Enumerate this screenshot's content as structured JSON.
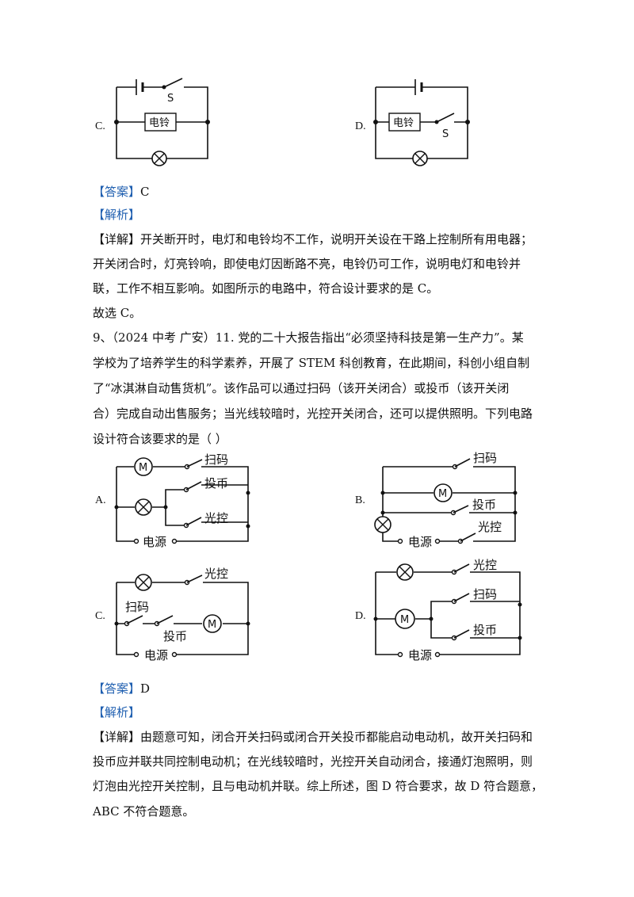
{
  "q8": {
    "option_c": "C.",
    "option_d": "D.",
    "switch_s": "S",
    "bell_label": "电铃"
  },
  "answer8": {
    "bracket_answer": "【答案】",
    "answer": "C",
    "bracket_analysis": "【解析】",
    "bracket_detail": "【详解】",
    "line1": "开关断开时，电灯和电铃均不工作，说明开关设在干路上控制所有用电器；",
    "line2": "开关闭合时，灯亮铃响，即使电灯因断路不亮，电铃仍可工作，说明电灯和电铃并",
    "line3": "联，工作不相互影响。如图所示的电路中，符合设计要求的是 C。",
    "line4": "故选 C。"
  },
  "q9": {
    "line1": "9、（2024 中考  广安）11. 党的二十大报告指出“必须坚持科技是第一生产力”。某",
    "line2": "学校为了培养学生的科学素养，开展了 STEM 科创教育，在此期间，科创小组自制",
    "line3": "了“冰淇淋自动售货机”。该作品可以通过扫码（该开关闭合）或投币（该开关闭",
    "line4": "合）完成自动出售服务；当光线较暗时，光控开关闭合，还可以提供照明。下列电路",
    "line5": "设计符合该要求的是（        ）",
    "option_a": "A.",
    "option_b": "B.",
    "option_c": "C.",
    "option_d": "D.",
    "motor": "M",
    "scan": "扫码",
    "coin": "投币",
    "light_ctrl": "光控",
    "power": "电源"
  },
  "answer9": {
    "bracket_answer": "【答案】",
    "answer": "D",
    "bracket_analysis": "【解析】",
    "bracket_detail": "【详解】",
    "line1": "由题意可知，闭合开关扫码或闭合开关投币都能启动电动机，故开关扫码和",
    "line2": "投币应并联共同控制电动机；在光线较暗时，光控开关自动闭合，接通灯泡照明，则",
    "line3": "灯泡由光控开关控制，且与电动机并联。综上所述，图 D 符合要求，故 D 符合题意，",
    "line4": "ABC 不符合题意。"
  }
}
